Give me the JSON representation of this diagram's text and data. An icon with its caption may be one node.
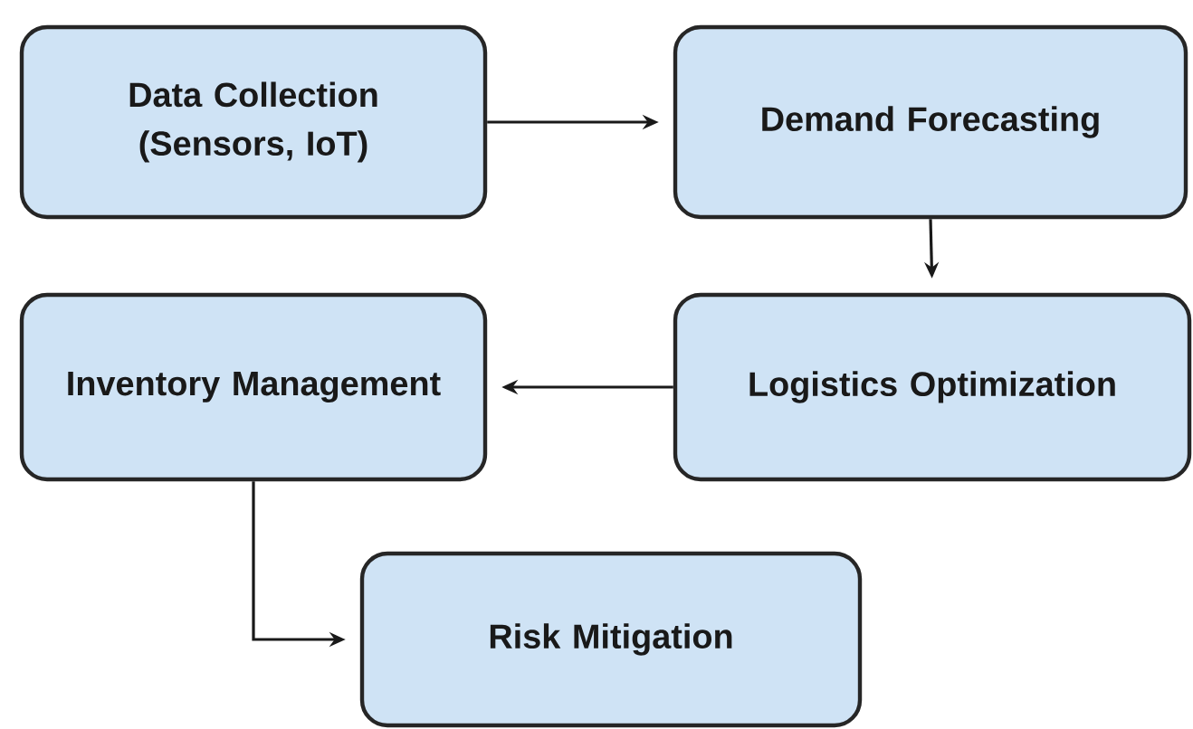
{
  "diagram": {
    "nodes": [
      {
        "text": [
          "Data Collection (Sensors, IoT)"
        ]
      },
      {
        "text": [
          "Demand Forecasting"
        ]
      },
      {
        "text": [
          "Logistics Optimization"
        ]
      },
      {
        "text": [
          "Inventory Management"
        ]
      },
      {
        "text": [
          "Risk Mitigation"
        ]
      }
    ],
    "edges": [
      {
        "from": 0,
        "to": 1,
        "arrow": "to"
      },
      {
        "from": 1,
        "to": 2,
        "arrow": "to"
      },
      {
        "from": 2,
        "to": 3,
        "arrow": "to"
      },
      {
        "from": 3,
        "to": 4,
        "arrow": "to"
      }
    ]
  }
}
